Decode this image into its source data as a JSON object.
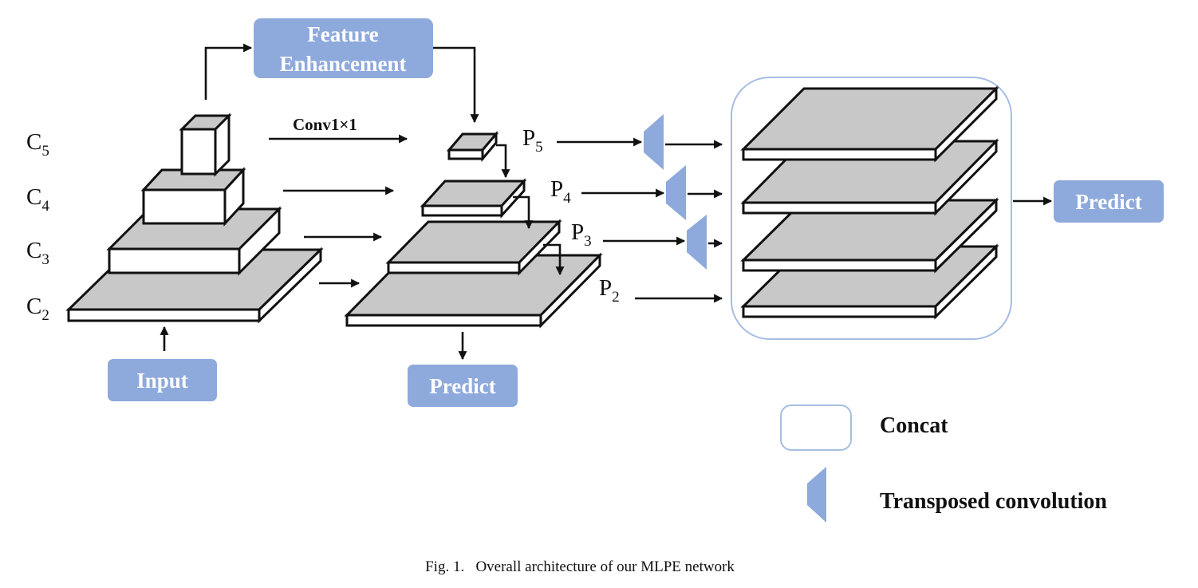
{
  "colors": {
    "accent": "#8EA9DB",
    "slab_top": "#C8C8C8",
    "stroke": "#111111",
    "concat_border": "#A6BDE3"
  },
  "backbone_labels": [
    {
      "base": "C",
      "sub": "5"
    },
    {
      "base": "C",
      "sub": "4"
    },
    {
      "base": "C",
      "sub": "3"
    },
    {
      "base": "C",
      "sub": "2"
    }
  ],
  "pyramid_labels": [
    {
      "base": "P",
      "sub": "5"
    },
    {
      "base": "P",
      "sub": "4"
    },
    {
      "base": "P",
      "sub": "3"
    },
    {
      "base": "P",
      "sub": "2"
    }
  ],
  "boxes": {
    "feature_enhancement": [
      "Feature",
      "Enhancement"
    ],
    "input": "Input",
    "predict_mid": "Predict",
    "predict_right": "Predict"
  },
  "conv_label": "Conv1×1",
  "legend": {
    "concat": "Concat",
    "transposed": "Transposed convolution"
  },
  "caption": "Fig. 1.   Overall architecture of our MLPE network"
}
